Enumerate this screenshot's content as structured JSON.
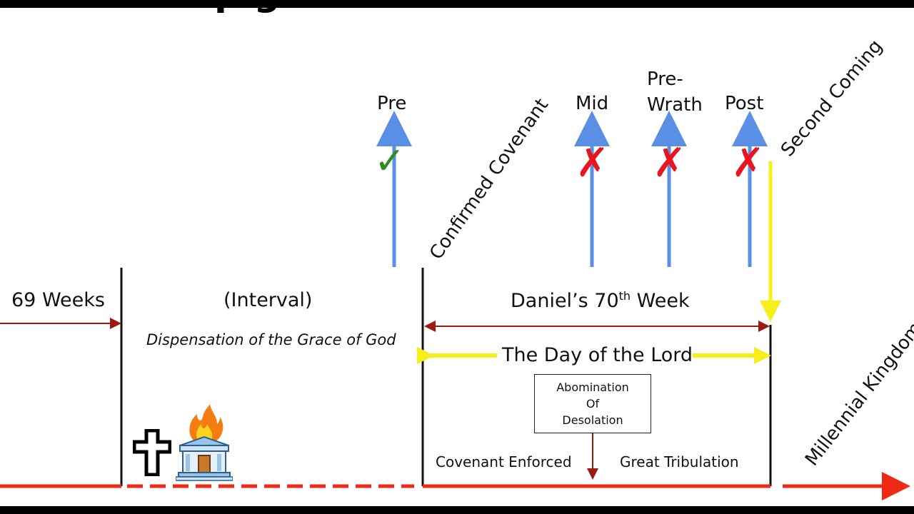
{
  "header": {
    "title_fragment": "p          g"
  },
  "rapture_views": [
    {
      "label": "Pre",
      "mark": "✓",
      "mark_type": "check"
    },
    {
      "label": "Mid",
      "mark": "✗",
      "mark_type": "cross"
    },
    {
      "label": "Pre-\nWrath",
      "mark": "✗",
      "mark_type": "cross"
    },
    {
      "label": "Post",
      "mark": "✗",
      "mark_type": "cross"
    }
  ],
  "events": {
    "confirmed_covenant": "Confirmed Covenant",
    "second_coming": "Second Coming",
    "millennial_kingdom": "Millennial Kingdom"
  },
  "periods": {
    "sixty_nine_weeks": "69 Weeks",
    "interval": "(Interval)",
    "interval_subtitle": "Dispensation of the Grace of God",
    "seventieth_week_prefix": "Daniel’s 70",
    "seventieth_week_sup": "th",
    "seventieth_week_suffix": " Week",
    "day_of_lord": "The Day of the Lord"
  },
  "abomination": {
    "line1": "Abomination",
    "line2": "Of",
    "line3": "Desolation"
  },
  "phases": {
    "first_half": "Covenant Enforced",
    "second_half": "Great Tribulation"
  },
  "icons": {
    "cross": "cross-icon",
    "temple": "burning-temple-icon"
  },
  "colors": {
    "timeline": "#ee2a16",
    "rapture_arrow": "#5b8fe6",
    "second_coming_arrow": "#f6ef1c",
    "day_of_lord_arrow": "#f6ef1c",
    "bracket": "#9b1a12",
    "check": "#2e8b1c",
    "cross_mark": "#e8141e"
  }
}
